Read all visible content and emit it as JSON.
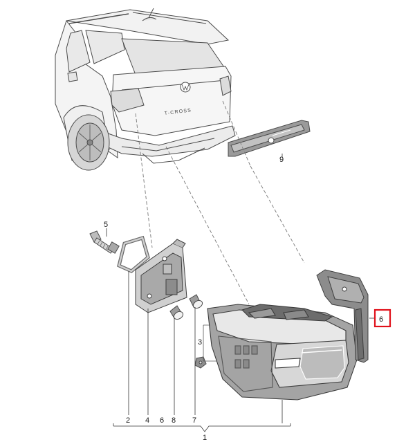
{
  "diagram": {
    "callouts": {
      "c1": "1",
      "c2": "2",
      "c3": "3",
      "c4": "4",
      "c5": "5",
      "c6_bottom": "6",
      "c6_side": "6",
      "c7": "7",
      "c8": "8",
      "c9": "9"
    },
    "car_badge": "T-CROSS",
    "highlight_color": "#e0101a",
    "line_color": "#3a3a3a"
  }
}
